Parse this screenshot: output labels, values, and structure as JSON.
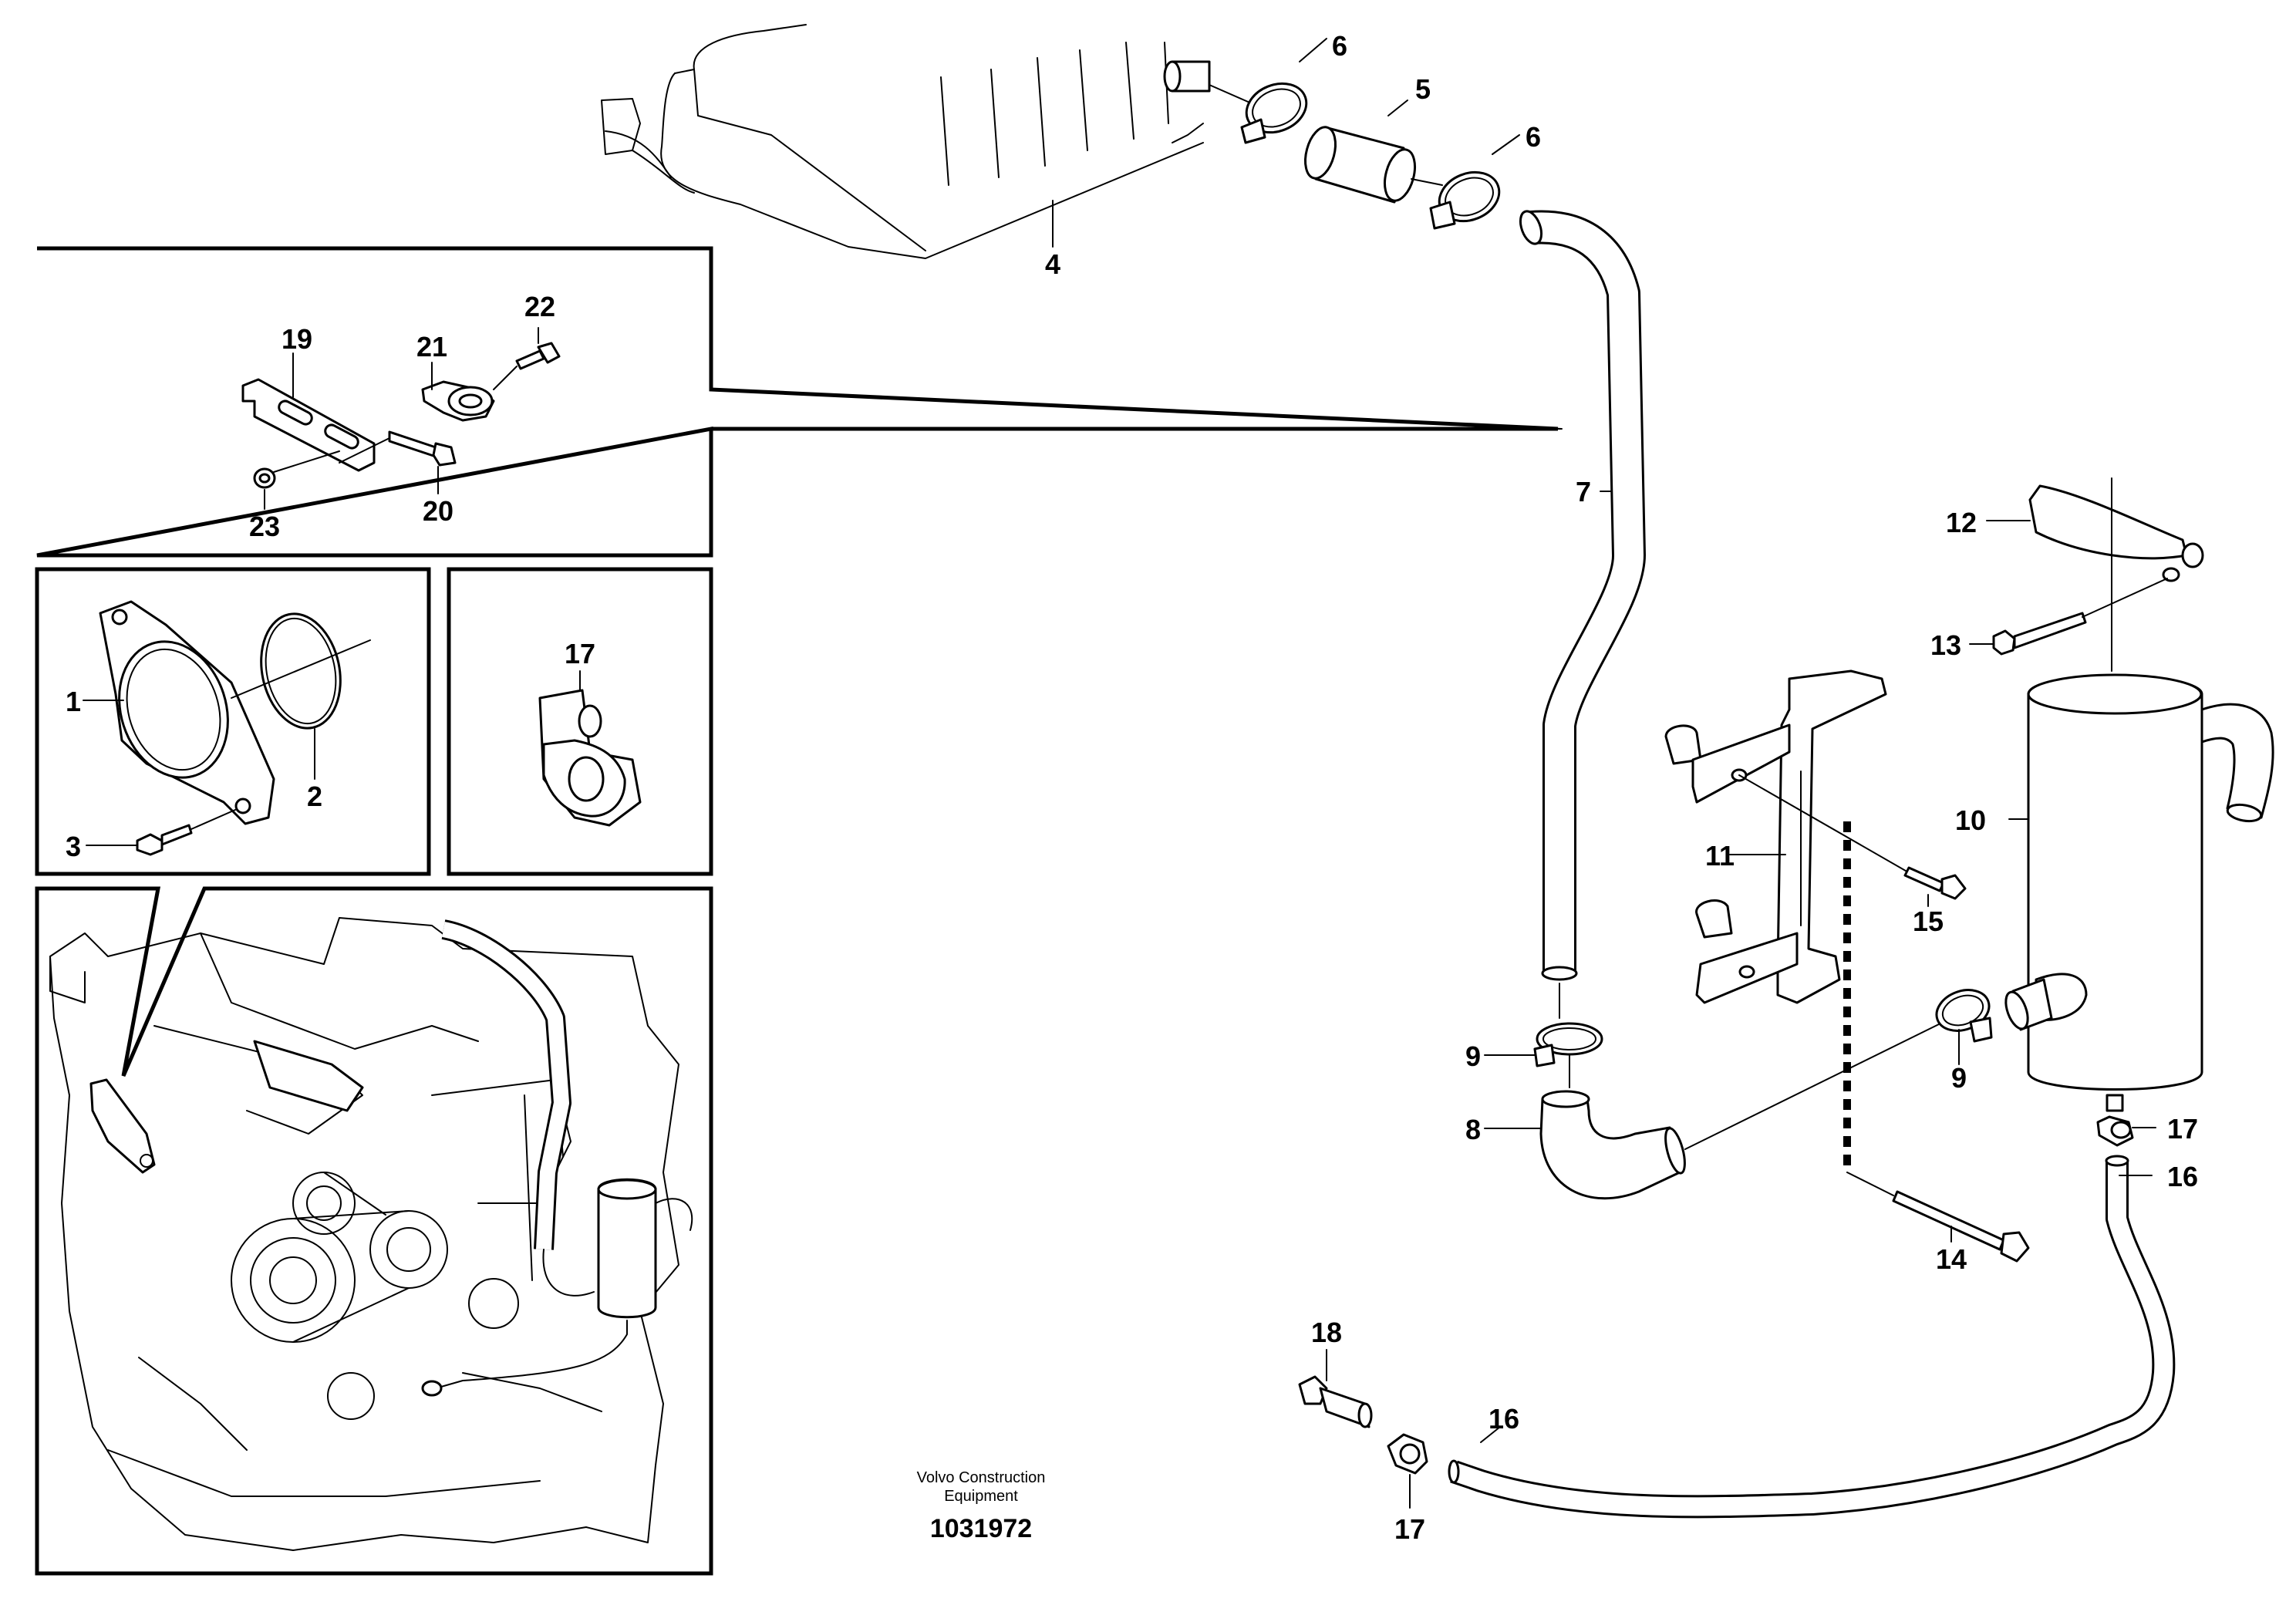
{
  "caption": {
    "company_line1": "Volvo Construction",
    "company_line2": "Equipment",
    "drawing_number": "1031972"
  },
  "callouts": {
    "c1": "1",
    "c2": "2",
    "c3": "3",
    "c4": "4",
    "c5": "5",
    "c6a": "6",
    "c6b": "6",
    "c7": "7",
    "c8": "8",
    "c9a": "9",
    "c9b": "9",
    "c10": "10",
    "c11": "11",
    "c12": "12",
    "c13": "13",
    "c14": "14",
    "c15": "15",
    "c16a": "16",
    "c16b": "16",
    "c17a": "17",
    "c17b": "17",
    "c17c": "17",
    "c18": "18",
    "c19": "19",
    "c20": "20",
    "c21": "21",
    "c22": "22",
    "c23": "23"
  }
}
